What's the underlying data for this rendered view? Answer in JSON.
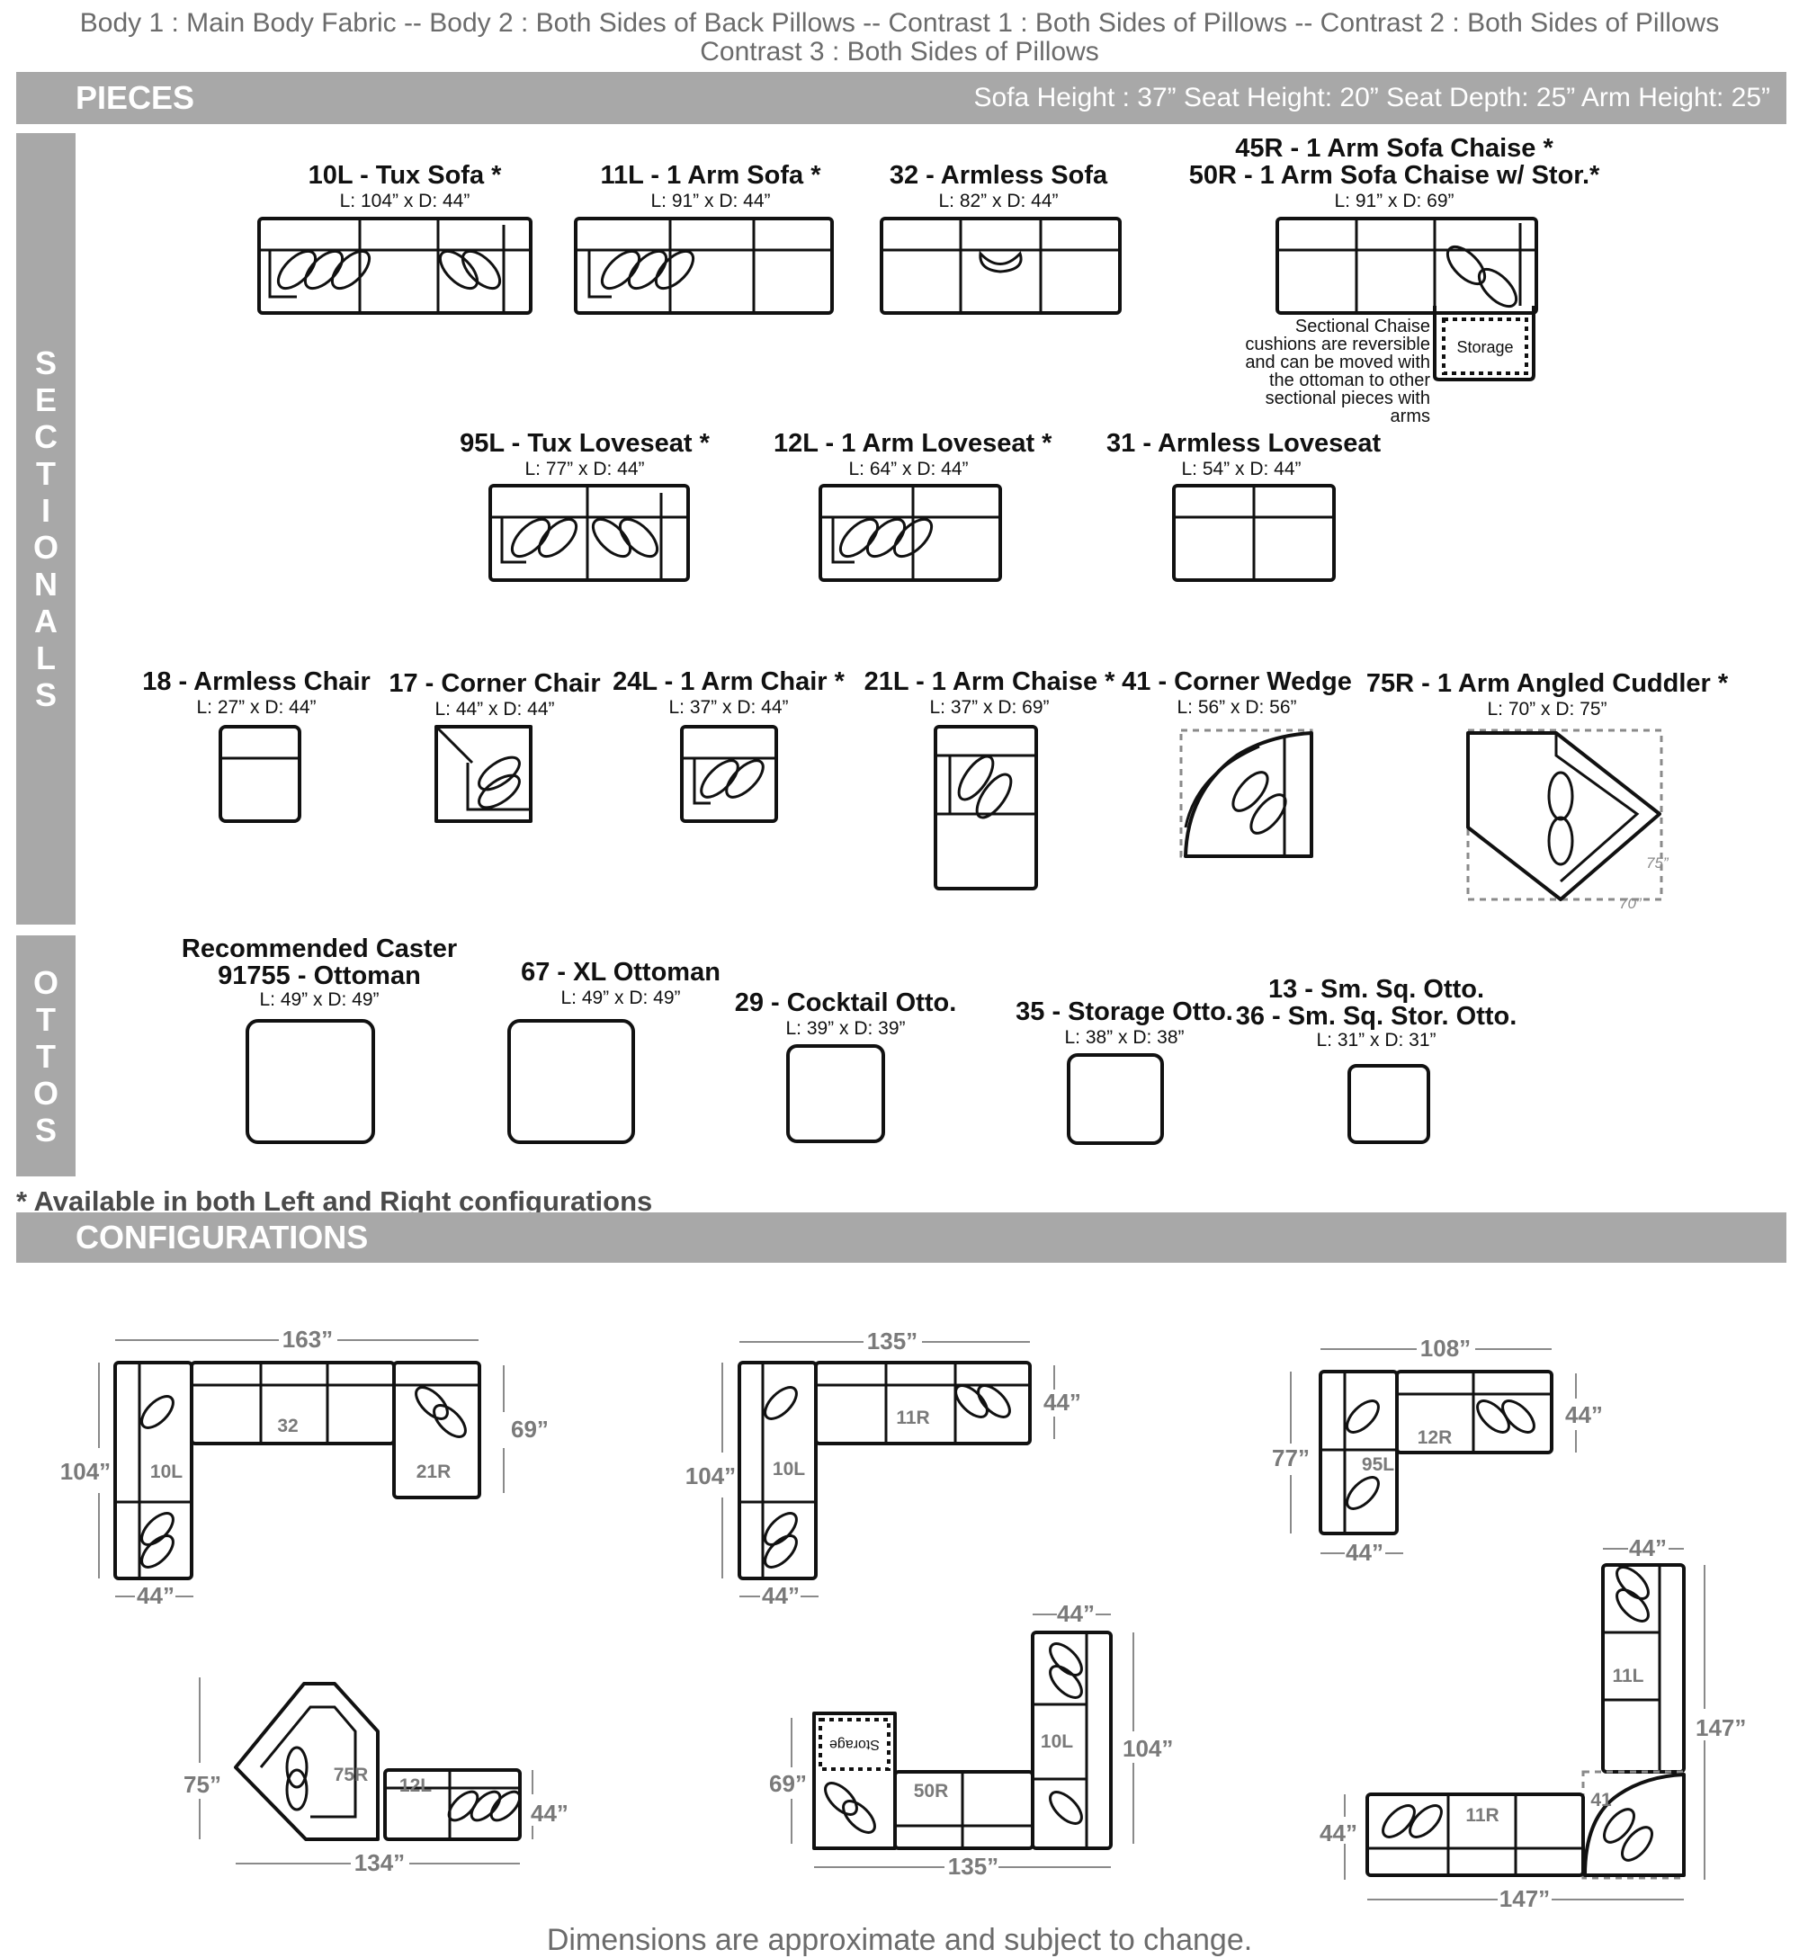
{
  "fabric_lines": [
    "Body 1 : Main Body Fabric -- Body 2 : Both Sides of Back Pillows -- Contrast 1 : Both Sides of Pillows -- Contrast 2 : Both Sides of Pillows",
    "Contrast 3 : Both Sides of Pillows"
  ],
  "pieces_bar": {
    "title": "PIECES",
    "dims": "Sofa Height : 37”   Seat Height: 20”   Seat Depth: 25”   Arm Height: 25”"
  },
  "side_labels": {
    "sectionals": [
      "S",
      "E",
      "C",
      "T",
      "I",
      "O",
      "N",
      "A",
      "L",
      "S"
    ],
    "ottos": [
      "O",
      "T",
      "T",
      "O",
      "S"
    ]
  },
  "pieces": [
    {
      "title": "10L - Tux Sofa *",
      "dims": "L: 104” x D: 44”"
    },
    {
      "title": "11L - 1 Arm Sofa *",
      "dims": "L: 91” x D: 44”"
    },
    {
      "title": "32 - Armless Sofa",
      "dims": "L: 82” x D: 44”"
    },
    {
      "title": "45R - 1 Arm Sofa Chaise *",
      "title2": "50R - 1 Arm Sofa Chaise w/ Stor.*",
      "dims": "L: 91” x D: 69”",
      "note": [
        "Sectional Chaise",
        "cushions are reversible",
        "and can be moved with",
        "the ottoman to other",
        "sectional pieces with",
        "arms"
      ],
      "storage_label": "Storage"
    },
    {
      "title": "95L - Tux Loveseat *",
      "dims": "L: 77” x D: 44”"
    },
    {
      "title": "12L - 1 Arm Loveseat *",
      "dims": "L: 64” x D: 44”"
    },
    {
      "title": "31 - Armless Loveseat",
      "dims": "L: 54” x D: 44”"
    },
    {
      "title": "18 - Armless Chair",
      "dims": "L: 27” x D: 44”"
    },
    {
      "title": "17 - Corner Chair",
      "dims": "L: 44” x D: 44”"
    },
    {
      "title": "24L - 1 Arm Chair *",
      "dims": "L: 37” x D: 44”"
    },
    {
      "title": "21L - 1 Arm Chaise *",
      "dims": "L: 37” x D: 69”"
    },
    {
      "title": "41 - Corner Wedge",
      "dims": "L: 56” x D: 56”"
    },
    {
      "title": "75R - 1 Arm Angled Cuddler *",
      "dims": "L: 70” x D: 75”",
      "dim_a": "75”",
      "dim_b": "70”"
    }
  ],
  "ottomans": [
    {
      "title": "Recommended Caster",
      "title2": "91755 - Ottoman",
      "dims": "L: 49” x D: 49”"
    },
    {
      "title": "67 - XL Ottoman",
      "dims": "L: 49” x D: 49”"
    },
    {
      "title": "29 - Cocktail Otto.",
      "dims": "L: 39” x D: 39”"
    },
    {
      "title": "35 - Storage Otto.",
      "dims": "L: 38” x D: 38”"
    },
    {
      "title": "13 - Sm. Sq. Otto.",
      "title2": "36 - Sm. Sq. Stor. Otto.",
      "dims": "L: 31” x D: 31”"
    }
  ],
  "availability_note": "* Available in both Left and Right configurations",
  "config_bar": {
    "title": "CONFIGURATIONS"
  },
  "configs": {
    "c1": {
      "w": "163”",
      "h": "104”",
      "r": "69”",
      "b": "44”",
      "p1": "32",
      "p2": "10L",
      "p3": "21R"
    },
    "c2": {
      "w": "135”",
      "h": "104”",
      "r": "44”",
      "b": "44”",
      "p1": "11R",
      "p2": "10L"
    },
    "c3": {
      "w": "108”",
      "h": "77”",
      "r": "44”",
      "b": "44”",
      "p1": "12R",
      "p2": "95L"
    },
    "c4": {
      "h": "75”",
      "r": "44”",
      "b": "134”",
      "p1": "75R",
      "p2": "12L"
    },
    "c5": {
      "t": "44”",
      "h": "69”",
      "r": "104”",
      "b": "135”",
      "p1": "50R",
      "p2": "10L",
      "storage": "Storage"
    },
    "c6": {
      "t": "44”",
      "r": "147”",
      "l": "44”",
      "b": "147”",
      "p1": "11L",
      "p2": "11R",
      "p3": "41"
    }
  },
  "footer": "Dimensions are approximate and subject to change."
}
